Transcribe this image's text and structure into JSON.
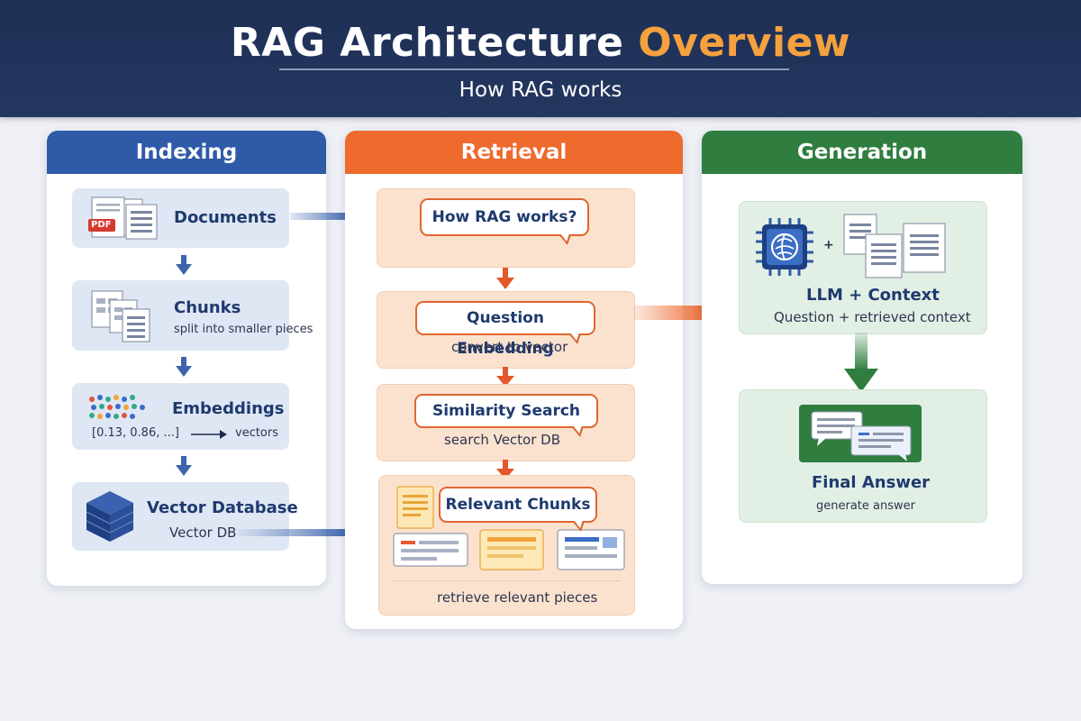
{
  "header": {
    "title_main": "RAG Architecture ",
    "title_accent": "Overview",
    "subtitle": "How RAG works"
  },
  "columns": {
    "indexing": {
      "title": "Indexing",
      "color": "#2f5aa8",
      "steps": {
        "documents": {
          "label": "Documents",
          "icon_text": "PDF"
        },
        "chunks": {
          "label": "Chunks",
          "caption": "split into smaller pieces"
        },
        "embeddings": {
          "label": "Embeddings",
          "vector_text": "[0.13, 0.86, ...]",
          "caption": "vectors"
        },
        "vector_db": {
          "label": "Vector Database",
          "caption": "Vector DB"
        }
      }
    },
    "retrieval": {
      "title": "Retrieval",
      "color": "#ee6a2d",
      "steps": {
        "query": {
          "bubble": "How RAG works?"
        },
        "question_embedding": {
          "bubble": "Question Embedding",
          "caption": "convert to vector"
        },
        "similarity_search": {
          "bubble": "Similarity Search",
          "caption": "search Vector DB"
        },
        "relevant_chunks": {
          "bubble": "Relevant Chunks",
          "caption": "retrieve relevant pieces"
        }
      }
    },
    "generation": {
      "title": "Generation",
      "color": "#2f7d3f",
      "steps": {
        "llm_context": {
          "label": "LLM + Context",
          "caption": "Question + retrieved context",
          "plus": "+"
        },
        "final_answer": {
          "label": "Final Answer",
          "caption": "generate answer"
        }
      }
    }
  },
  "icons": [
    "pdf-document-icon",
    "chunks-icon",
    "embedding-dots-icon",
    "vector-db-cube-icon",
    "llm-chip-icon",
    "context-documents-icon",
    "chat-bubbles-icon"
  ]
}
